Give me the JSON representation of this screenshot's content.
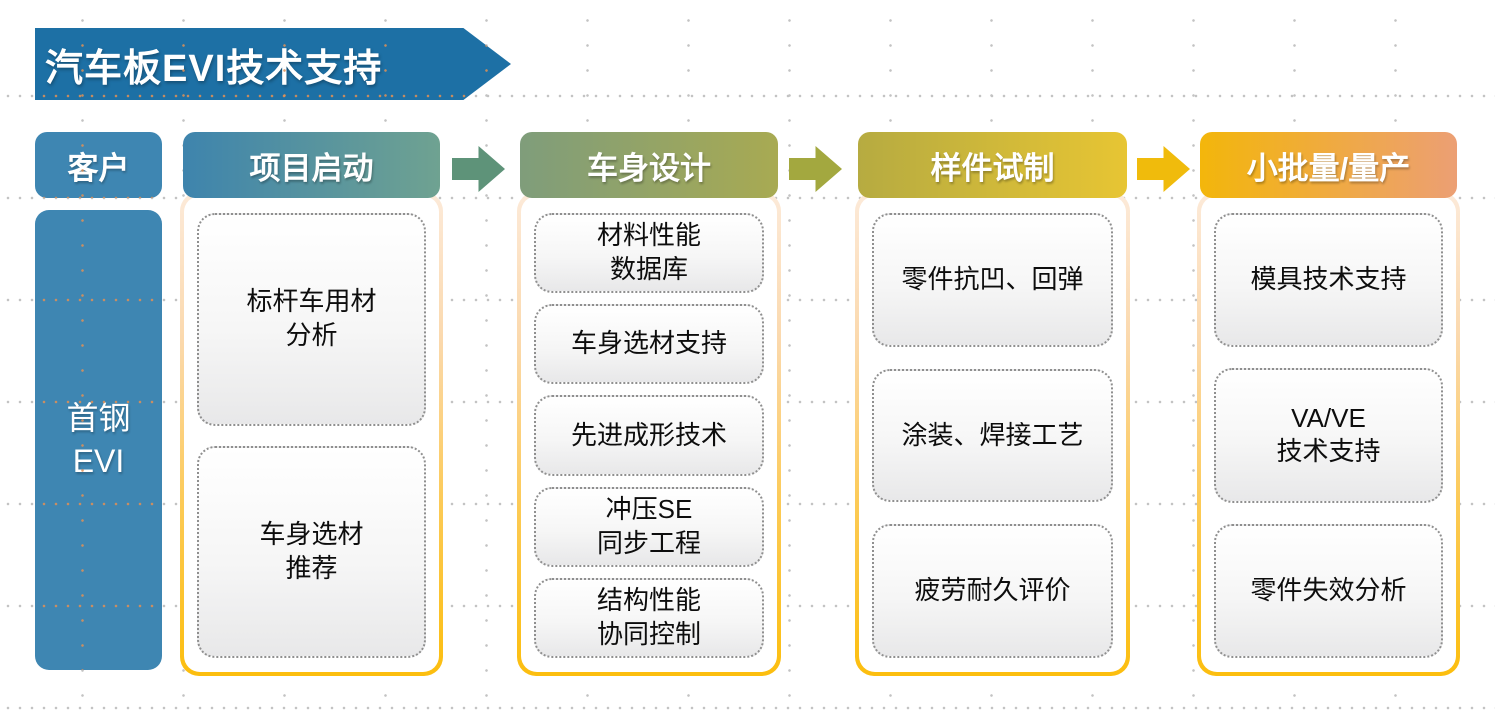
{
  "title": {
    "text": "汽车板EVI技术支持",
    "banner_color": "#1d70a5",
    "text_color": "#ffffff"
  },
  "customer": {
    "header_label": "客户",
    "entity_label": "首钢\nEVI",
    "fill_color": "#3e86b2"
  },
  "phases": [
    {
      "label": "项目启动",
      "header_gradient": [
        "#3e84ad",
        "#6fa291"
      ],
      "items": [
        "标杆车用材\n分析",
        "车身选材\n推荐"
      ]
    },
    {
      "label": "车身设计",
      "header_gradient": [
        "#7f9d7b",
        "#a8aa52"
      ],
      "items": [
        "材料性能\n数据库",
        "车身选材支持",
        "先进成形技术",
        "冲压SE\n同步工程",
        "结构性能\n协同控制"
      ]
    },
    {
      "label": "样件试制",
      "header_gradient": [
        "#b6ab41",
        "#e7c533"
      ],
      "items": [
        "零件抗凹、回弹",
        "涂装、焊接工艺",
        "疲劳耐久评价"
      ]
    },
    {
      "label": "小批量/量产",
      "header_gradient": [
        "#f3b60b",
        "#ec9f74"
      ],
      "items": [
        "模具技术支持",
        "VA/VE\n技术支持",
        "零件失效分析"
      ]
    }
  ],
  "flow_arrows": [
    {
      "color": "#5e9379"
    },
    {
      "color": "#a3a83f"
    },
    {
      "color": "#f0bb0c"
    }
  ],
  "frame_border_gradient": [
    "#fcead9",
    "#fcbe0e"
  ],
  "task_box": {
    "border_color": "#8f8f8f",
    "text_color": "#0d0d0d"
  },
  "grid_dot_color": "#c3c3c3"
}
